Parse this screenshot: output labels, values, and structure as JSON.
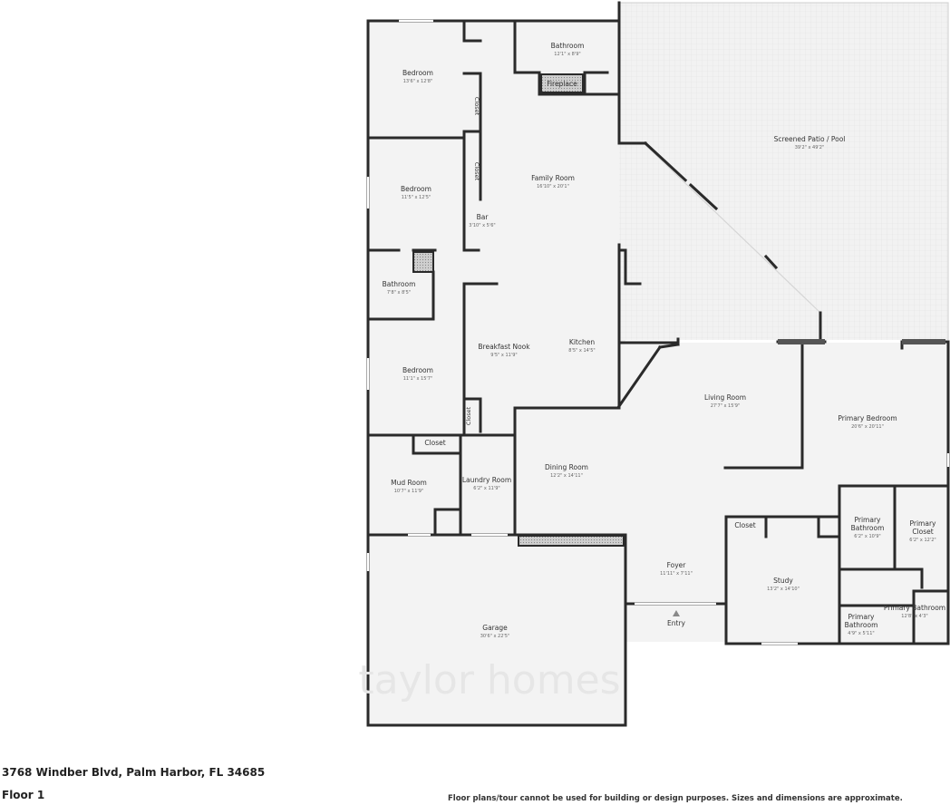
{
  "footer": {
    "address": "3768 Windber Blvd, Palm Harbor, FL 34685",
    "floor": "Floor 1",
    "disclaimer": "Floor plans/tour cannot be used for building or design purposes. Sizes and dimensions are approximate."
  },
  "watermark": "taylor homes",
  "entry_label": "Entry",
  "rooms": {
    "bedroom_1": {
      "name": "Bedroom",
      "dim": "13'6\" x 12'8\""
    },
    "bathroom_top": {
      "name": "Bathroom",
      "dim": "12'1\" x 8'9\""
    },
    "fireplace": {
      "name": "Fireplace"
    },
    "closet_a": {
      "name": "Closet"
    },
    "closet_b": {
      "name": "Closet"
    },
    "bedroom_2": {
      "name": "Bedroom",
      "dim": "11'5\" x 12'5\""
    },
    "family_room": {
      "name": "Family Room",
      "dim": "16'10\" x 20'1\""
    },
    "bar": {
      "name": "Bar",
      "dim": "3'10\" x 5'6\""
    },
    "patio": {
      "name": "Screened Patio / Pool",
      "dim": "39'2\" x 49'2\""
    },
    "bathroom_mid": {
      "name": "Bathroom",
      "dim": "7'8\" x 8'5\""
    },
    "breakfast": {
      "name": "Breakfast Nook",
      "dim": "9'5\" x 11'9\""
    },
    "kitchen": {
      "name": "Kitchen",
      "dim": "8'5\" x 14'5\""
    },
    "bedroom_3": {
      "name": "Bedroom",
      "dim": "11'1\" x 15'7\""
    },
    "closet_c": {
      "name": "Closet"
    },
    "living": {
      "name": "Living Room",
      "dim": "27'7\" x 15'9\""
    },
    "primary_bed": {
      "name": "Primary Bedroom",
      "dim": "20'6\" x 20'11\""
    },
    "closet_d": {
      "name": "Closet"
    },
    "mud_room": {
      "name": "Mud Room",
      "dim": "10'7\" x 11'9\""
    },
    "laundry": {
      "name": "Laundry Room",
      "dim": "6'2\" x 11'9\""
    },
    "dining": {
      "name": "Dining Room",
      "dim": "12'2\" x 14'11\""
    },
    "closet_e": {
      "name": "Closet"
    },
    "primary_bath1": {
      "name1": "Primary",
      "name2": "Bathroom",
      "dim": "6'2\" x 10'9\""
    },
    "primary_closet": {
      "name1": "Primary",
      "name2": "Closet",
      "dim": "6'2\" x 12'2\""
    },
    "foyer": {
      "name": "Foyer",
      "dim": "11'11\" x 7'11\""
    },
    "study": {
      "name": "Study",
      "dim": "13'2\" x 14'10\""
    },
    "primary_bath2": {
      "name": "Primary Bathroom",
      "dim": "12'8\" x 4'3\""
    },
    "primary_bath3": {
      "name1": "Primary",
      "name2": "Bathroom",
      "dim": "4'9\" x 5'11\""
    },
    "garage": {
      "name": "Garage",
      "dim": "30'6\" x 22'5\""
    }
  }
}
